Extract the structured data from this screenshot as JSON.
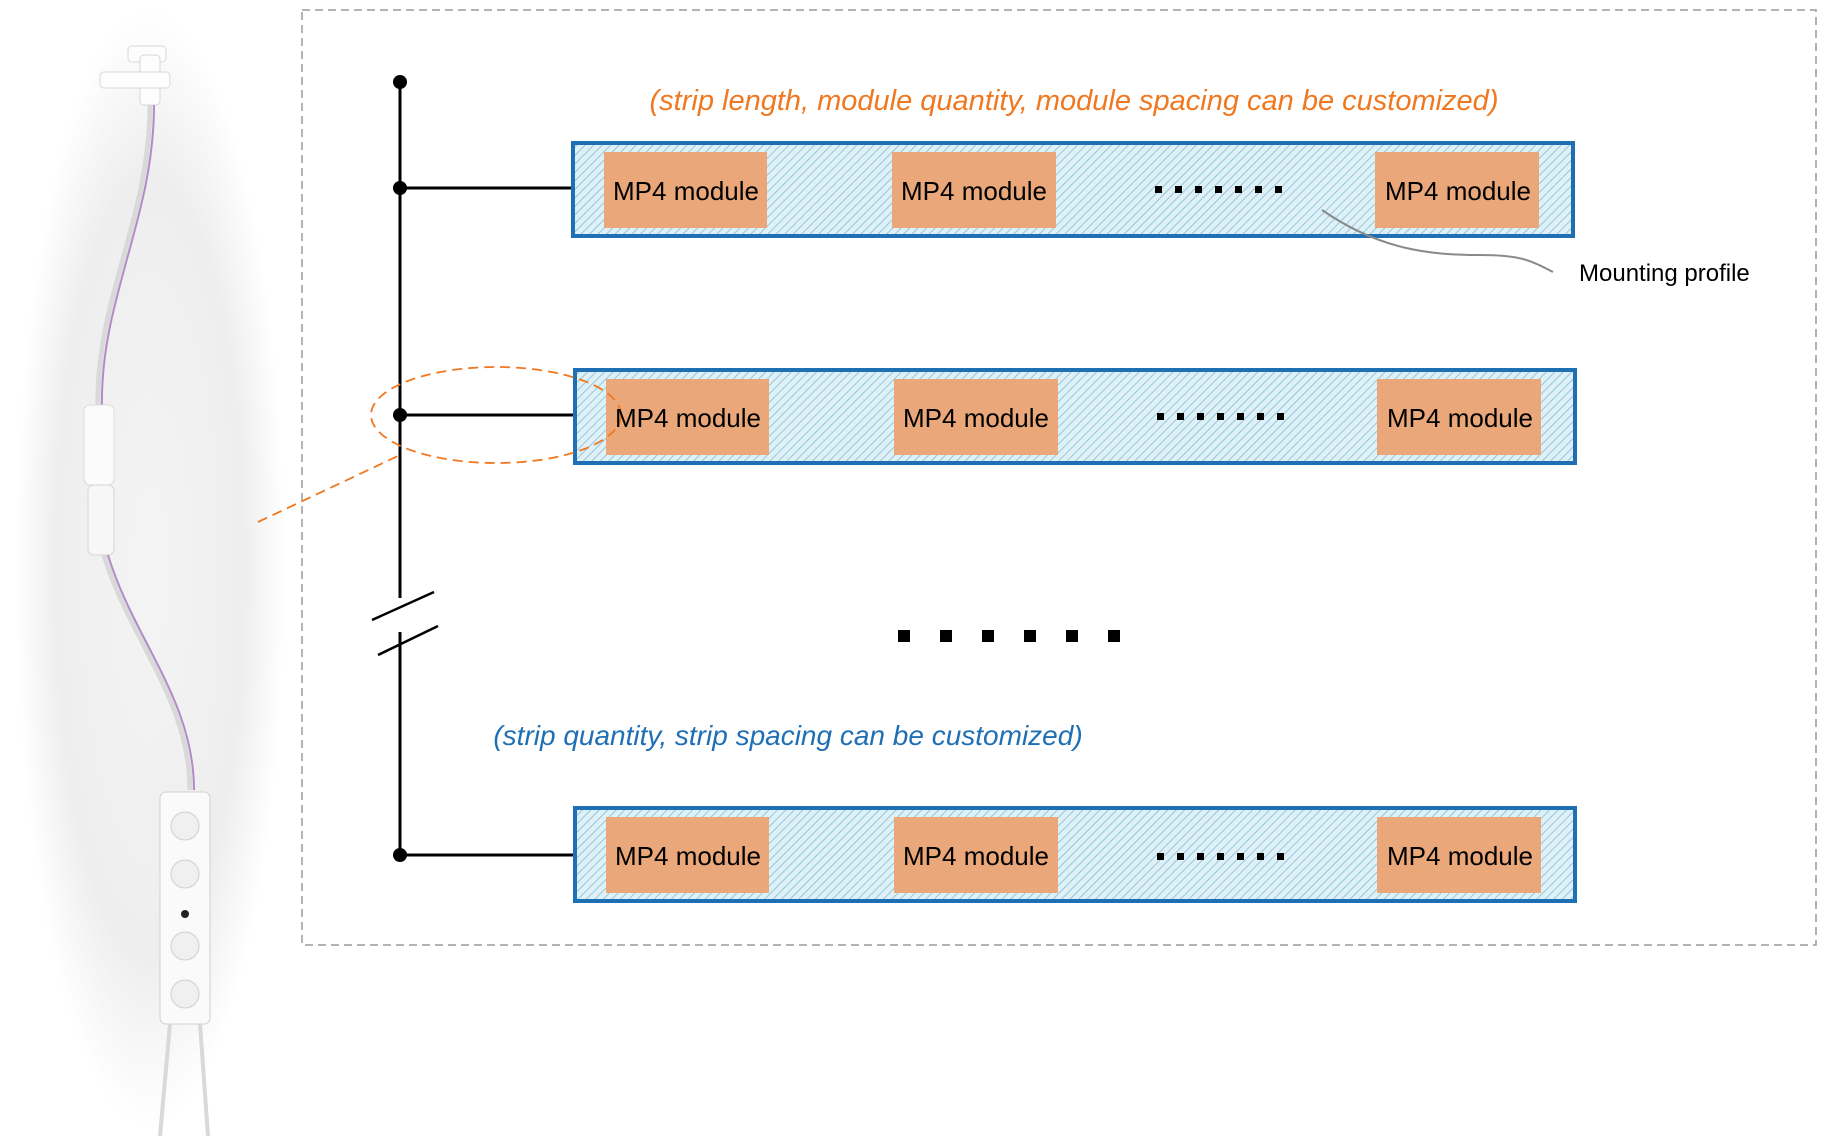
{
  "diagram": {
    "note_top": "(strip length, module quantity, module spacing can be customized)",
    "note_middle": "(strip quantity, strip spacing can be customized)",
    "mounting_profile_label": "Mounting profile",
    "module_label": "MP4 module",
    "strips": [
      {
        "modules": [
          "MP4 module",
          "MP4 module",
          "MP4 module"
        ]
      },
      {
        "modules": [
          "MP4 module",
          "MP4 module",
          "MP4 module"
        ]
      },
      {
        "modules": [
          "MP4 module",
          "MP4 module",
          "MP4 module"
        ]
      }
    ],
    "colors": {
      "note_top": "#f07820",
      "note_middle": "#1f6fb5",
      "strip_border": "#1f6fb5",
      "strip_fill": "#dff0f7",
      "strip_hatch": "#7fbfd6",
      "module_fill": "#e9a77a",
      "callout": "#f07820",
      "frame": "#9a9a9a"
    }
  },
  "photo": {
    "description_icon": "led-module-cable-photo"
  }
}
